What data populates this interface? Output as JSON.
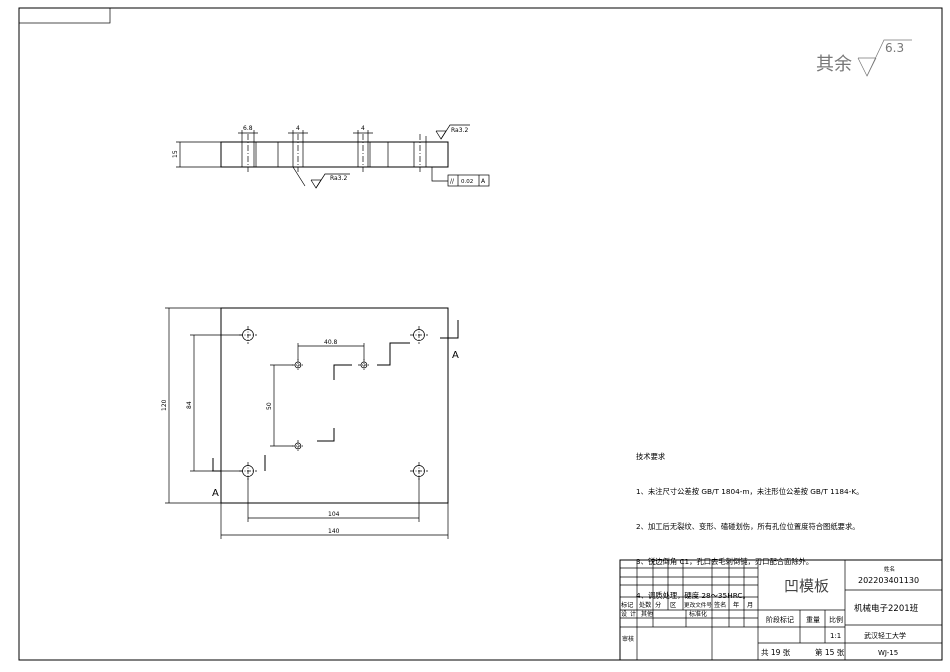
{
  "roughness_note": {
    "prefix": "其余",
    "value": "6.3"
  },
  "section_view": {
    "dims": {
      "left_slot": "6.8",
      "center_slot": "4",
      "right_slot": "4",
      "thickness": "15"
    },
    "roughness_top": "Ra3.2",
    "roughness_bottom": "Ra3.2",
    "parallelism": {
      "symbol": "//",
      "tolerance": "0.02",
      "datum": "A"
    }
  },
  "plan_view": {
    "dims": {
      "pitch_x": "40.8",
      "pitch_y": "50",
      "hole_spacing_y": "84",
      "overall_height": "120",
      "hole_spacing_x": "104",
      "overall_width": "140"
    },
    "section_label_right": "A",
    "section_label_left": "A"
  },
  "technical_requirements": {
    "title": "技术要求",
    "items": [
      "1、未注尺寸公差按 GB/T 1804-m，未注形位公差按 GB/T 1184-K。",
      "2、加工后无裂纹、变形、磕碰划伤，所有孔位位置度符合图纸要求。",
      "3、锐边倒角 C1，孔口去毛刺倒钝，刃口配合面除外。",
      "4、调质处理，硬度 28～35HRC。"
    ]
  },
  "title_block": {
    "part_name": "凹模板",
    "student_label": "姓名",
    "student_id": "202203401130",
    "class": "机械电子2201班",
    "school": "武汉轻工大学",
    "drawing_no": "WJ-15",
    "scale": "1:1",
    "sheet_total": "共 19 张",
    "sheet_no": "第 15 张",
    "header_labels": [
      "标记",
      "处数",
      "分",
      "区",
      "更改文件号",
      "签名",
      "年",
      "月"
    ],
    "row_design": [
      "设",
      "计",
      "其他",
      "标准化"
    ],
    "row_audit": "审核",
    "stage_label": "阶段标记",
    "weight_label": "重量",
    "scale_label": "比例"
  }
}
